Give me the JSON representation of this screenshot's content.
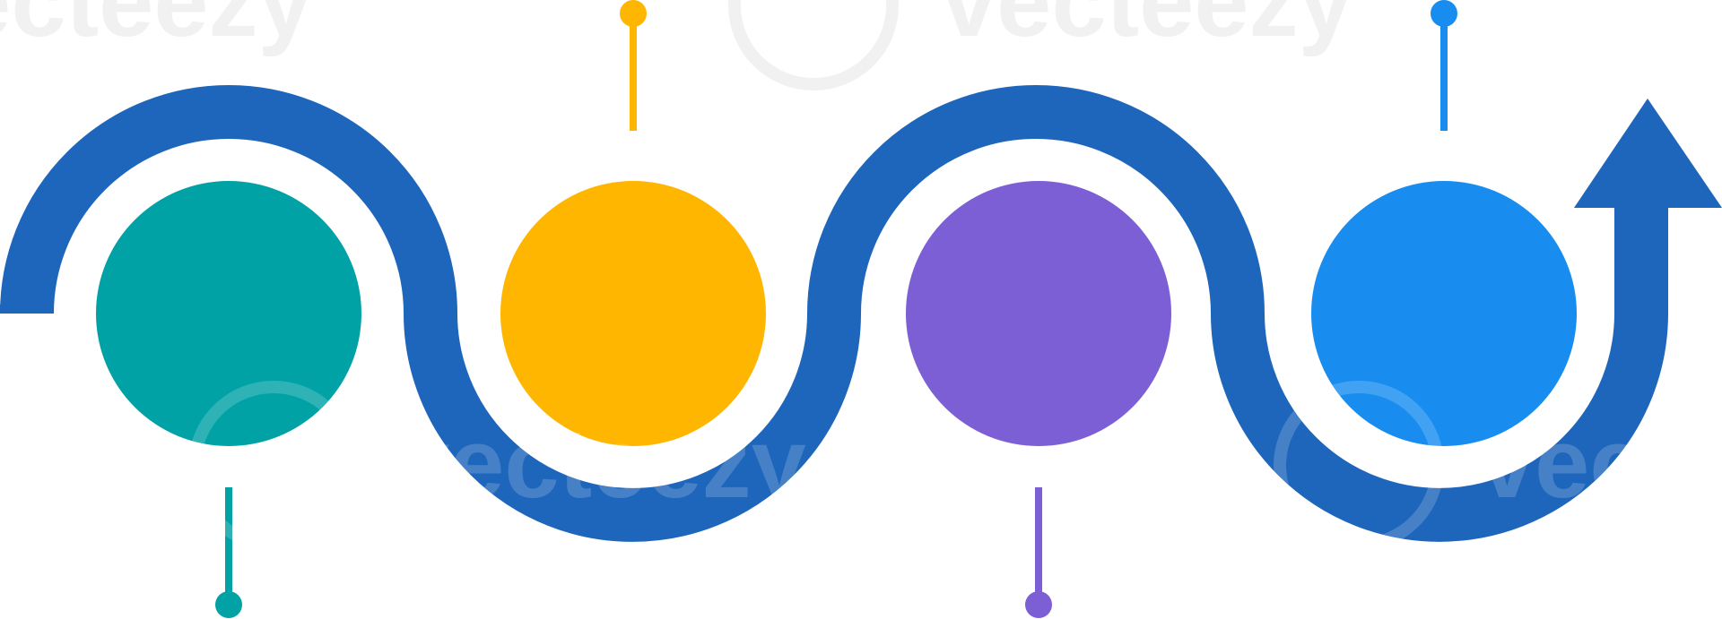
{
  "watermark": {
    "brand": "vecteezy"
  },
  "infographic": {
    "path_color": "#1E66BB",
    "steps": [
      {
        "id": "step-1",
        "color": "#00A2A6",
        "pin": "bottom"
      },
      {
        "id": "step-2",
        "color": "#FFB600",
        "pin": "top"
      },
      {
        "id": "step-3",
        "color": "#7C5FD5",
        "pin": "bottom"
      },
      {
        "id": "step-4",
        "color": "#188DEF",
        "pin": "top"
      }
    ]
  }
}
